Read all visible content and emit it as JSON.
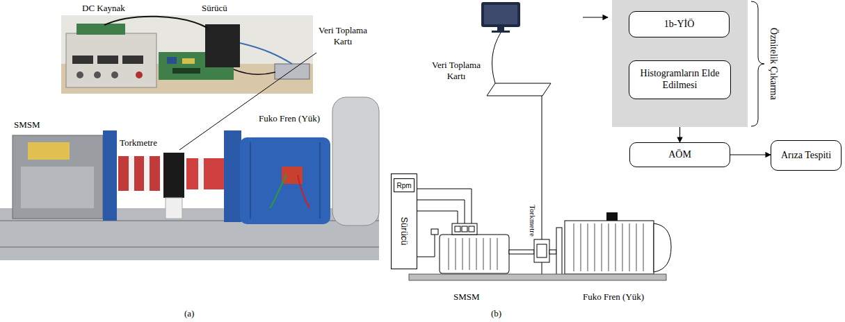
{
  "diagram": {
    "nodes": [
      {
        "text": [
          "Öznitelik Çıkarma"
        ]
      },
      {
        "text": [
          "1b-YİÖ"
        ],
        "in": 0
      },
      {
        "text": [
          "Histogramların Elde Edilmesi"
        ],
        "in": 0
      },
      {
        "text": [
          "AÖM"
        ]
      },
      {
        "text": [
          "Arıza Tespiti"
        ]
      },
      {
        "text": [
          "Sürücü"
        ]
      },
      {
        "text": [
          "Rpm"
        ],
        "in": 5
      }
    ],
    "edges": [
      {
        "from": 1,
        "to": 2,
        "arrow": "to"
      },
      {
        "from": 0,
        "to": 3,
        "arrow": "to"
      },
      {
        "from": 3,
        "to": 4,
        "arrow": "to"
      }
    ],
    "labels": [
      "DC Kaynak",
      "Sürücü",
      "Veri Toplama Kartı",
      "SMSM",
      "Torkmetre",
      "Fuko Fren (Yük)",
      "(a)",
      "Veri Toplama Kartı",
      "Torkmetre",
      "SMSM",
      "Fuko Fren (Yük)",
      "(b)"
    ]
  }
}
